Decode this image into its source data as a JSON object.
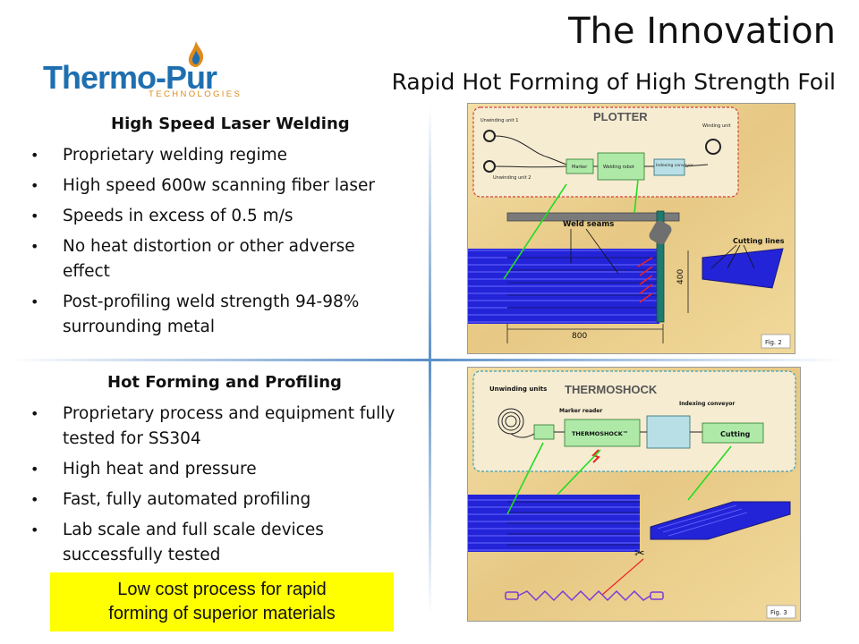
{
  "logo": {
    "wordmark": "Thermo-Pur",
    "tagline": "TECHNOLOGIES"
  },
  "header": {
    "title": "The Innovation",
    "subtitle": "Rapid Hot Forming of High Strength Foil"
  },
  "section1": {
    "heading": "High Speed Laser Welding",
    "bullets": [
      "Proprietary welding regime",
      "High speed 600w scanning fiber laser",
      "Speeds in excess of 0.5 m/s",
      "No heat distortion or other adverse effect",
      "Post-profiling weld strength 94-98% surrounding metal"
    ]
  },
  "section2": {
    "heading": "Hot Forming and Profiling",
    "bullets": [
      "Proprietary process and equipment fully tested for SS304",
      "High heat and pressure",
      "Fast, fully automated profiling",
      "Lab scale and full scale devices successfully tested"
    ]
  },
  "callout": {
    "line1": "Low cost process for rapid",
    "line2": "forming of superior materials"
  },
  "fig2": {
    "label": "PLOTTER",
    "unwind1": "Unwinding unit 1",
    "unwind2": "Unwinding unit 2",
    "marker": "Marker",
    "robot": "Welding robot",
    "indexing": "Indexing conveyor",
    "winding": "Winding unit",
    "weld_seams": "Weld seams",
    "cutting_lines": "Cutting lines",
    "dim_width": "800",
    "dim_height": "400",
    "caption": "Fig. 2"
  },
  "fig3": {
    "label": "THERMOSHOCK",
    "unwinding": "Unwinding units",
    "marker_reader": "Marker reader",
    "machine": "THERMOSHOCK™",
    "indexing": "Indexing conveyor",
    "cutting": "Cutting",
    "caption": "Fig. 3"
  },
  "colors": {
    "brand_blue": "#1f6fb0",
    "brand_orange": "#e08a1c",
    "highlight": "#ffff00",
    "divider": "#5b8fc7"
  }
}
